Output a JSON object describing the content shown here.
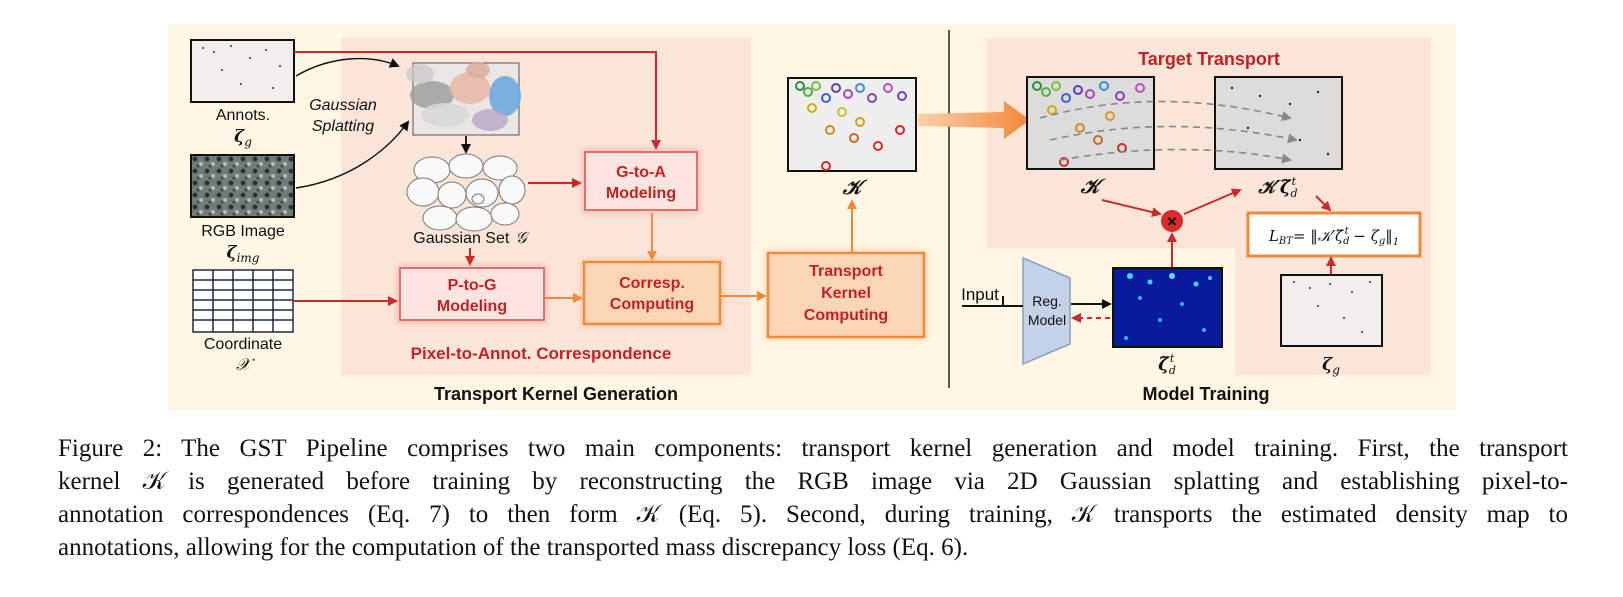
{
  "figure": {
    "left": {
      "section_title": "Transport Kernel Generation",
      "annots_label": "Annots.",
      "annots_symbol": "ζ",
      "annots_sub": "g",
      "gaussian_splatting_line1": "Gaussian",
      "gaussian_splatting_line2": "Splatting",
      "rgb_label": "RGB Image",
      "rgb_symbol": "ζ",
      "rgb_sub": "img",
      "coord_label": "Coordinate",
      "coord_symbol": "𝒳",
      "gaussian_set_label": "Gaussian Set",
      "gaussian_set_symbol": "𝒢",
      "g_to_a_line1": "G-to-A",
      "g_to_a_line2": "Modeling",
      "p_to_g_line1": "P-to-G",
      "p_to_g_line2": "Modeling",
      "corresp_line1": "Corresp.",
      "corresp_line2": "Computing",
      "correspondence_title": "Pixel-to-Annot. Correspondence",
      "transport_line1": "Transport",
      "transport_line2": "Kernel",
      "transport_line3": "Computing",
      "kernel_symbol": "𝒦"
    },
    "right": {
      "section_title": "Model Training",
      "target_transport_title": "Target Transport",
      "kernel_symbol": "𝒦",
      "kernel_zeta_symbol": "𝒦′ζ̃",
      "kernel_zeta_sub": "d",
      "kernel_zeta_sup": "t",
      "multiply_symbol": "×",
      "loss_text": "L",
      "loss_sub": "BT",
      "loss_formula": "= ‖𝒦′ζ̃",
      "loss_formula_sub": "d",
      "loss_formula_sup": "t",
      "loss_formula_rest": " − ζ",
      "loss_formula_rest_sub": "g",
      "loss_formula_end": "‖",
      "loss_formula_end_sub": "1",
      "input_label": "Input",
      "reg_model_line1": "Reg.",
      "reg_model_line2": "Model",
      "density_symbol": "ζ̃",
      "density_sub": "d",
      "density_sup": "t",
      "gt_symbol": "ζ",
      "gt_sub": "g"
    },
    "colors": {
      "outer_bg": "#fff6e3",
      "panel_bg": "#fbe4d8",
      "red": "#cc2a2a",
      "orange": "#ee8a3a",
      "orange_fill": "#fbd6b6",
      "pink_fill": "#fde4e0",
      "dark": "#222222"
    }
  },
  "caption": {
    "line1": "Figure 2: The GST Pipeline comprises two main components: transport kernel generation and model training. First, the transport",
    "line2": "kernel 𝒦 is generated before training by reconstructing the RGB image via 2D Gaussian splatting and establishing pixel-to-",
    "line3": "annotation correspondences (Eq. 7) to then form 𝒦 (Eq. 5). Second, during training, 𝒦 transports the estimated density map to",
    "line4": "annotations, allowing for the computation of the transported mass discrepancy loss (Eq. 6)."
  }
}
